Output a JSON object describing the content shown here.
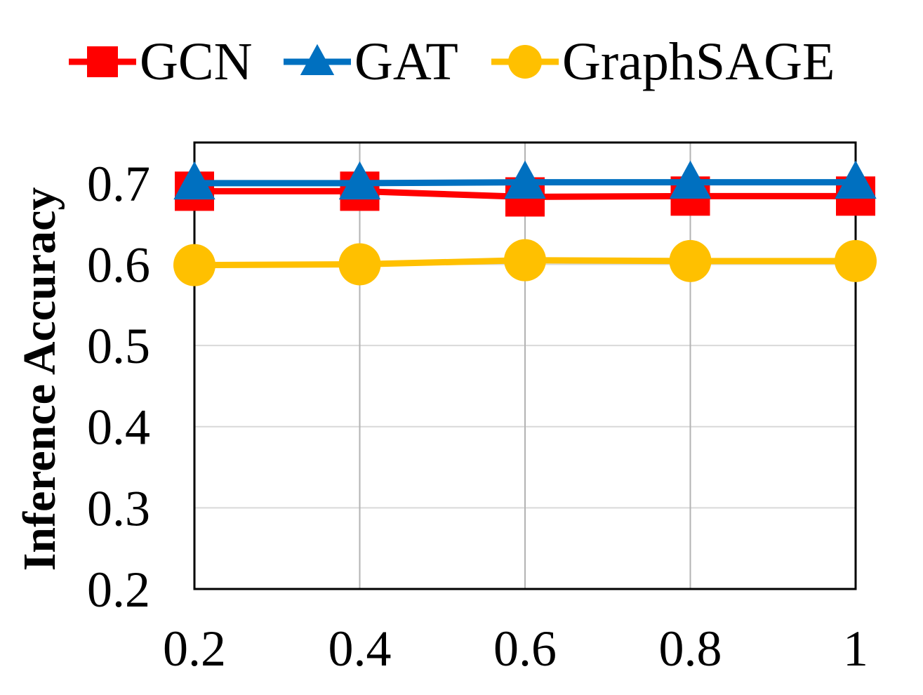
{
  "chart_data": {
    "type": "line",
    "title": "",
    "xlabel": "",
    "ylabel": "Inference Accuracy",
    "x": [
      0.2,
      0.4,
      0.6,
      0.8,
      1
    ],
    "x_tick_labels": [
      "0.2",
      "0.4",
      "0.6",
      "0.8",
      "1"
    ],
    "y_ticks": [
      0.2,
      0.3,
      0.4,
      0.5,
      0.6,
      0.7
    ],
    "y_tick_labels": [
      "0.2",
      "0.3",
      "0.4",
      "0.5",
      "0.6",
      "0.7"
    ],
    "xlim": [
      0.2,
      1
    ],
    "ylim": [
      0.2,
      0.75
    ],
    "grid": true,
    "legend_position": "top",
    "series": [
      {
        "name": "GCN",
        "values": [
          0.69,
          0.69,
          0.683,
          0.684,
          0.684
        ],
        "color": "#ff0000",
        "marker": "square"
      },
      {
        "name": "GAT",
        "values": [
          0.7,
          0.7,
          0.701,
          0.701,
          0.701
        ],
        "color": "#0070c0",
        "marker": "triangle"
      },
      {
        "name": "GraphSAGE",
        "values": [
          0.599,
          0.6,
          0.605,
          0.604,
          0.604
        ],
        "color": "#ffc000",
        "marker": "circle"
      }
    ]
  }
}
